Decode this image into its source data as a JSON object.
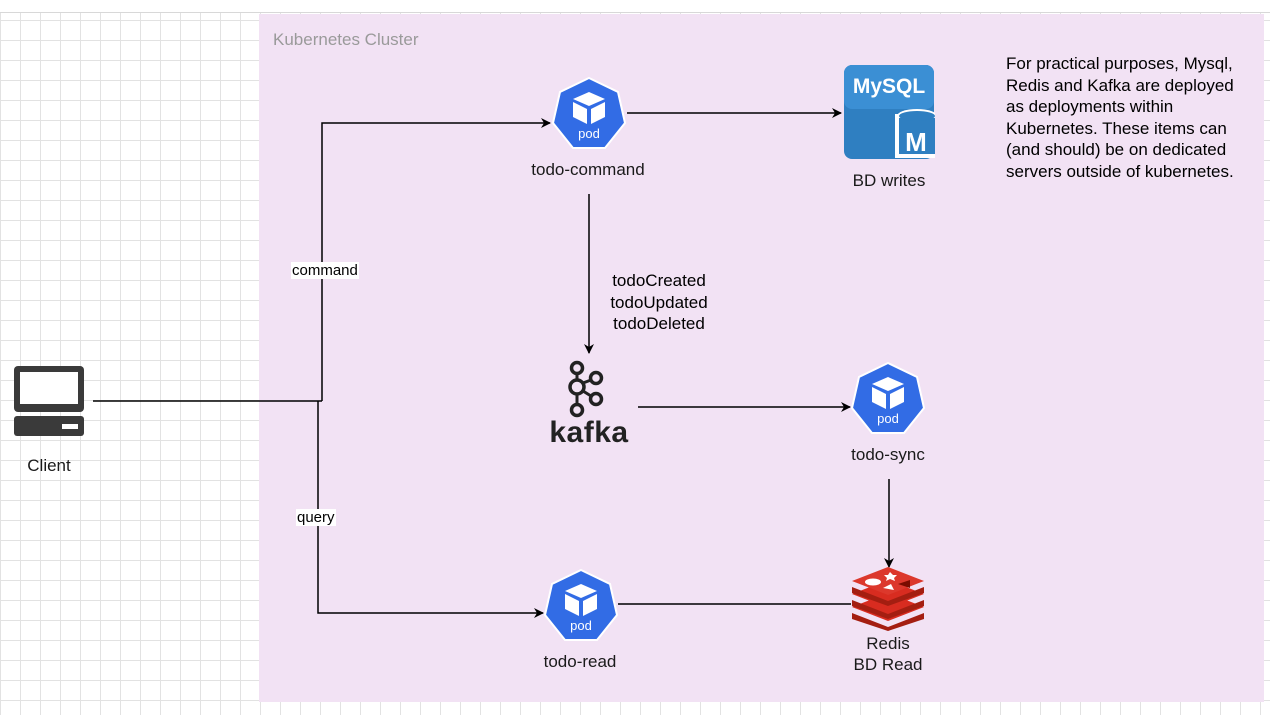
{
  "diagram": {
    "cluster_label": "Kubernetes Cluster",
    "note": "For practical purposes, Mysql, Redis and Kafka are deployed as deployments within Kubernetes. These items can (and should) be on dedicated servers outside of kubernetes.",
    "nodes": {
      "client": {
        "label": "Client",
        "icon": "computer-icon"
      },
      "todo_command": {
        "label": "todo-command",
        "icon_text": "pod",
        "icon": "kubernetes-pod-icon"
      },
      "mysql": {
        "label": "BD writes",
        "icon_title": "MySQL",
        "icon_letter": "M",
        "icon": "mysql-database-icon"
      },
      "kafka": {
        "label": "kafka",
        "icon": "kafka-logo-icon"
      },
      "todo_sync": {
        "label": "todo-sync",
        "icon_text": "pod",
        "icon": "kubernetes-pod-icon"
      },
      "todo_read": {
        "label": "todo-read",
        "icon_text": "pod",
        "icon": "kubernetes-pod-icon"
      },
      "redis": {
        "label_line1": "Redis",
        "label_line2": "BD Read",
        "icon": "redis-logo-icon"
      }
    },
    "edges": {
      "command": "command",
      "query": "query",
      "events": [
        "todoCreated",
        "todoUpdated",
        "todoDeleted"
      ]
    },
    "colors": {
      "cluster_fill": "#f2e2f4",
      "pod_blue": "#326ce5",
      "mysql_blue": "#2f7fc1",
      "redis_red": "#d82c20"
    }
  }
}
